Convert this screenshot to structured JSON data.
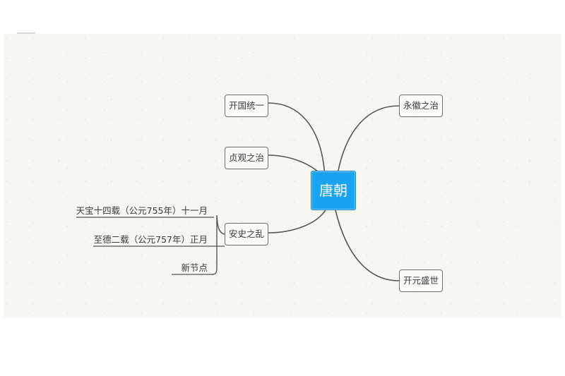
{
  "mindmap": {
    "root": "唐朝",
    "topics": [
      {
        "id": "kaiguo",
        "label": "开国统一"
      },
      {
        "id": "zhenguan",
        "label": "贞观之治"
      },
      {
        "id": "anshi",
        "label": "安史之乱"
      },
      {
        "id": "yonghui",
        "label": "永徽之治"
      },
      {
        "id": "kaiyuan",
        "label": "开元盛世"
      }
    ],
    "anshi_children": [
      "天宝十四载（公元755年）十一月",
      "至德二载（公元757年）正月",
      "新节点"
    ]
  },
  "colors": {
    "root_fill": "#1aa3f0",
    "line": "#555555",
    "paper": "#f8f6f1"
  }
}
